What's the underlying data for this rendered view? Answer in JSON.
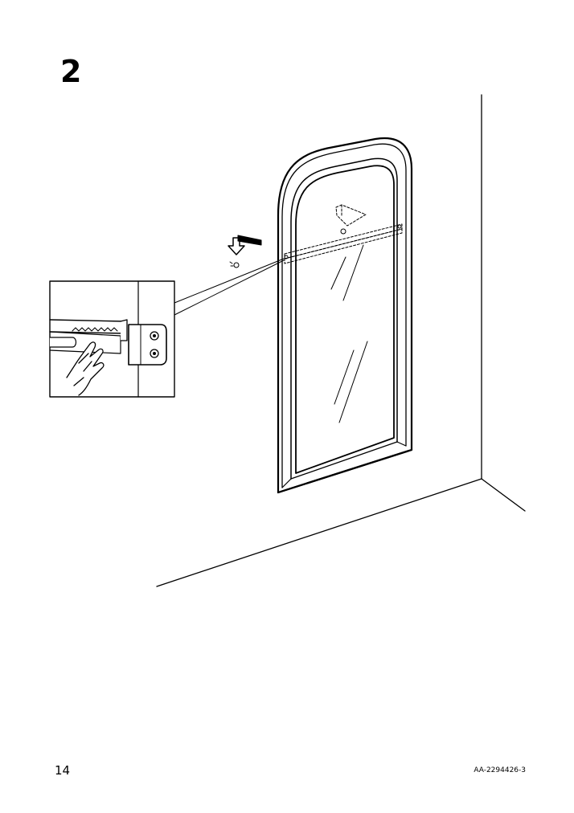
{
  "step": {
    "number": "2"
  },
  "footer": {
    "page_number": "14",
    "document_code": "AA-2294426-3"
  },
  "illustration": {
    "subject": "arched mirror hung on wall bracket",
    "detail_callout": "hand pressing wall bracket with screws",
    "action_icon": "arrow-down-push-icon"
  }
}
